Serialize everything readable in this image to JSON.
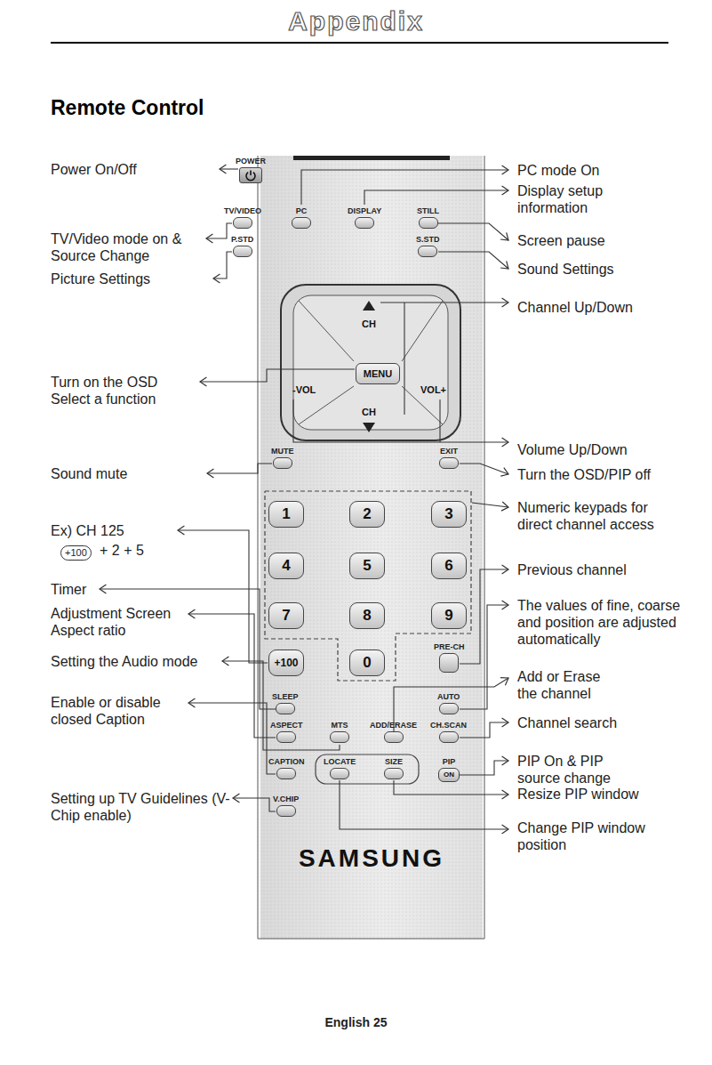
{
  "diagram": {
    "title": "Remote Control",
    "nodes": [
      {
        "text": [
          "POWER"
        ]
      },
      {
        "text": [
          "TV/VIDEO"
        ]
      },
      {
        "text": [
          "PC"
        ]
      },
      {
        "text": [
          "DISPLAY"
        ]
      },
      {
        "text": [
          "STILL"
        ]
      },
      {
        "text": [
          "P.STD"
        ]
      },
      {
        "text": [
          "S.STD"
        ]
      },
      {
        "text": [
          "CH"
        ]
      },
      {
        "text": [
          "-VOL"
        ]
      },
      {
        "text": [
          "MENU"
        ]
      },
      {
        "text": [
          "VOL+"
        ]
      },
      {
        "text": [
          "CH"
        ]
      },
      {
        "text": [
          "MUTE"
        ]
      },
      {
        "text": [
          "EXIT"
        ]
      },
      {
        "text": [
          "1"
        ]
      },
      {
        "text": [
          "2"
        ]
      },
      {
        "text": [
          "3"
        ]
      },
      {
        "text": [
          "4"
        ]
      },
      {
        "text": [
          "5"
        ]
      },
      {
        "text": [
          "6"
        ]
      },
      {
        "text": [
          "7"
        ]
      },
      {
        "text": [
          "8"
        ]
      },
      {
        "text": [
          "9"
        ]
      },
      {
        "text": [
          "+100"
        ]
      },
      {
        "text": [
          "0"
        ]
      },
      {
        "text": [
          "PRE-CH"
        ]
      },
      {
        "text": [
          "SLEEP"
        ]
      },
      {
        "text": [
          "AUTO"
        ]
      },
      {
        "text": [
          "ASPECT"
        ]
      },
      {
        "text": [
          "MTS"
        ]
      },
      {
        "text": [
          "ADD/ERASE"
        ]
      },
      {
        "text": [
          "CH.SCAN"
        ]
      },
      {
        "text": [
          "CAPTION"
        ]
      },
      {
        "text": [
          "LOCATE"
        ]
      },
      {
        "text": [
          "SIZE"
        ]
      },
      {
        "text": [
          "PIP",
          "ON"
        ]
      },
      {
        "text": [
          "V.CHIP"
        ]
      }
    ],
    "labels": [
      "Appendix",
      "Power On/Off",
      "TV/Video mode on & Source Change",
      "Picture Settings",
      "Turn on the OSD Select a function",
      "Sound mute",
      "Ex) CH 125",
      "+100",
      "+ 2 + 5",
      "Timer",
      "Adjustment Screen Aspect ratio",
      "Setting the Audio mode",
      "Enable or disable closed Caption",
      "Setting up TV Guidelines (V-Chip enable)",
      "PC mode On",
      "Display setup information",
      "Screen pause",
      "Sound Settings",
      "Channel Up/Down",
      "Volume Up/Down",
      "Turn the OSD/PIP off",
      "Numeric keypads for direct channel access",
      "Previous channel",
      "The values of fine, coarse and position are adjusted automatically",
      "Add or Erase the channel",
      "Channel search",
      "PIP On & PIP source change",
      "Resize PIP window",
      "Change PIP window position",
      "SAMSUNG",
      "English 25"
    ]
  }
}
